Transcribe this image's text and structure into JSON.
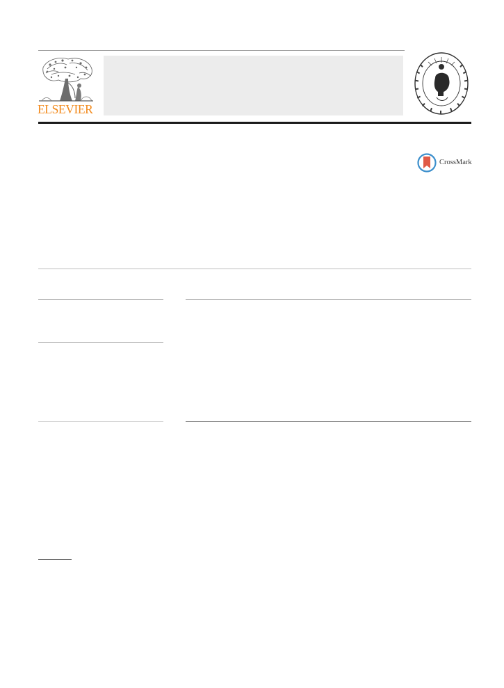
{
  "header": {
    "publisher_logo": {
      "name": "elsevier-logo",
      "wordmark": "ELSEVIER",
      "wordmark_color": "#f28a1c",
      "icon": "tree-logo-icon"
    },
    "banner_color": "#ececec",
    "seal": {
      "name": "academy-seal",
      "icon": "academy-seal-icon"
    }
  },
  "crossmark": {
    "label": "CrossMark",
    "icon": "crossmark-icon",
    "ring_color": "#3c8fcc",
    "ribbon_color": "#e05a46"
  },
  "colors": {
    "header_bar": "#1a1a1a",
    "rule_gray": "#bdbdbd",
    "rule_dark": "#4a4a4a"
  }
}
